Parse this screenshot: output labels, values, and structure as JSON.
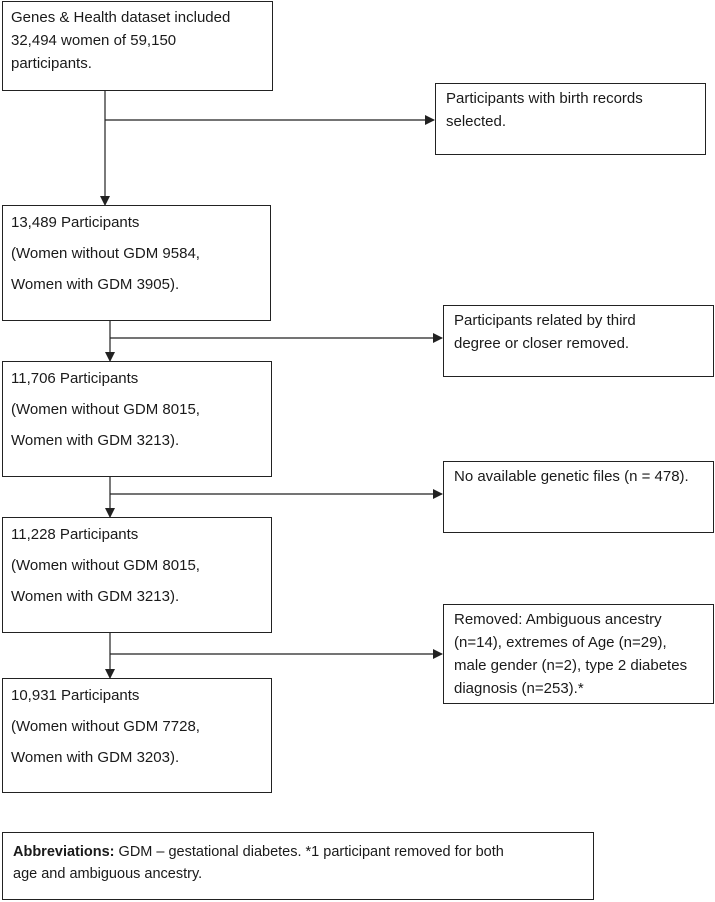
{
  "boxes": {
    "start": {
      "lines": [
        "Genes & Health dataset included",
        "32,494 women of 59,150",
        "participants."
      ]
    },
    "side1": {
      "lines": [
        "Participants with birth records",
        "selected."
      ]
    },
    "step1": {
      "lines": [
        "13,489 Participants",
        "(Women without GDM 9584,",
        "Women with GDM 3905)."
      ]
    },
    "side2": {
      "lines": [
        "Participants related by third",
        "degree or closer removed."
      ]
    },
    "step2": {
      "lines": [
        "11,706 Participants",
        "(Women without GDM 8015,",
        "Women with GDM 3213)."
      ]
    },
    "side3": {
      "lines": [
        "No available genetic files (n = 478)."
      ]
    },
    "step3": {
      "lines": [
        "11,228 Participants",
        "(Women without GDM 8015,",
        "Women with GDM 3213)."
      ]
    },
    "side4": {
      "lines": [
        "Removed: Ambiguous ancestry",
        "(n=14), extremes of Age (n=29),",
        "male gender (n=2), type 2 diabetes",
        "diagnosis (n=253).*"
      ]
    },
    "step4": {
      "lines": [
        "10,931 Participants",
        "(Women without GDM 7728,",
        "Women with GDM 3203)."
      ]
    }
  },
  "abbreviations": {
    "label": "Abbreviations:",
    "text": " GDM – gestational diabetes. *1 participant removed for both",
    "text2": "age and ambiguous ancestry."
  },
  "colors": {
    "stroke": "#222222",
    "background": "#ffffff"
  }
}
